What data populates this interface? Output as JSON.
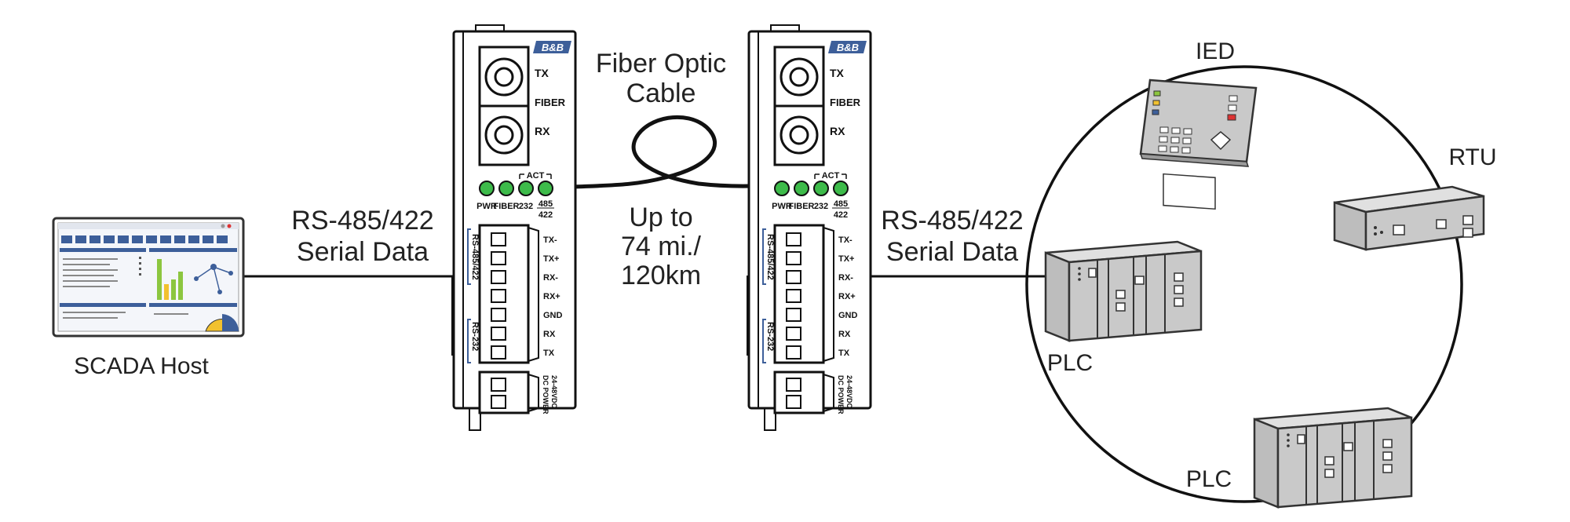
{
  "labels": {
    "scada_host": "SCADA Host",
    "left_serial_line1": "RS-485/422",
    "left_serial_line2": "Serial Data",
    "right_serial_line1": "RS-485/422",
    "right_serial_line2": "Serial Data",
    "fiber_line1": "Fiber Optic",
    "fiber_line2": "Cable",
    "distance_line1": "Up to",
    "distance_line2": "74 mi./",
    "distance_line3": "120km",
    "ied": "IED",
    "rtu": "RTU",
    "plc_upper": "PLC",
    "plc_lower": "PLC"
  },
  "converter": {
    "brand": "B&B",
    "tx": "TX",
    "fiber": "FIBER",
    "rx": "RX",
    "act": "ACT",
    "led_pwr": "PWR",
    "led_fiber": "FIBER",
    "led_232": "232",
    "led_485": "485",
    "led_422": "422",
    "side_485": "RS-485/422",
    "side_232": "RS-232",
    "ports": [
      "TX-",
      "TX+",
      "RX-",
      "RX+",
      "GND",
      "RX",
      "TX"
    ],
    "dc_power_line1": "DC POWER",
    "dc_power_line2": "24-48VDC"
  },
  "colors": {
    "line": "#111111",
    "led": "#3dbb4a",
    "device_gray": "#c9c9c9",
    "device_dark": "#9a9a9a",
    "screen_blue": "#3d5f9a",
    "chart_green": "#8cc63f",
    "chart_yellow": "#f2c12e"
  }
}
